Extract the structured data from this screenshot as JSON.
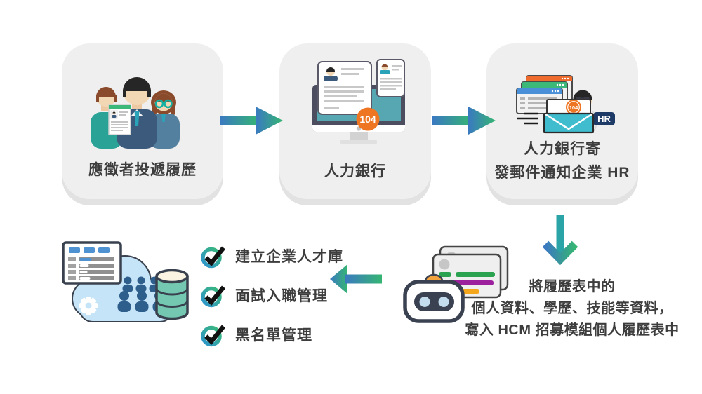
{
  "steps": [
    {
      "label": "應徵者投遞履歷"
    },
    {
      "label": "人力銀行",
      "badge": "104"
    },
    {
      "label_line1": "人力銀行寄",
      "label_line2": "發郵件通知企業 HR",
      "badge": "104",
      "hr_badge": "HR"
    }
  ],
  "process_note": {
    "line1": "將履歷表中的",
    "line2": "個人資料、學歷、技能等資料，",
    "line3": "寫入 HCM 招募模組個人履歷表中"
  },
  "features": [
    {
      "label": "建立企業人才庫"
    },
    {
      "label": "面試入職管理"
    },
    {
      "label": "黑名單管理"
    }
  ],
  "icons": {
    "step1": "applicants-group-icon",
    "step2": "job-bank-monitor-icon",
    "step3": "email-notify-hr-icon",
    "bottom_left": "hcm-cloud-database-icon",
    "bottom_mid": "resume-parser-robot-icon",
    "checklist": "check-circle-icon"
  },
  "colors": {
    "arrow_blue": "#3a79c1",
    "arrow_green": "#35b573",
    "arrow_teal": "#2ba4a8",
    "badge_orange": "#ee7623",
    "hr_navy": "#1e3a66",
    "box_bg": "#efefef",
    "text_dark": "#3d3d3d"
  }
}
